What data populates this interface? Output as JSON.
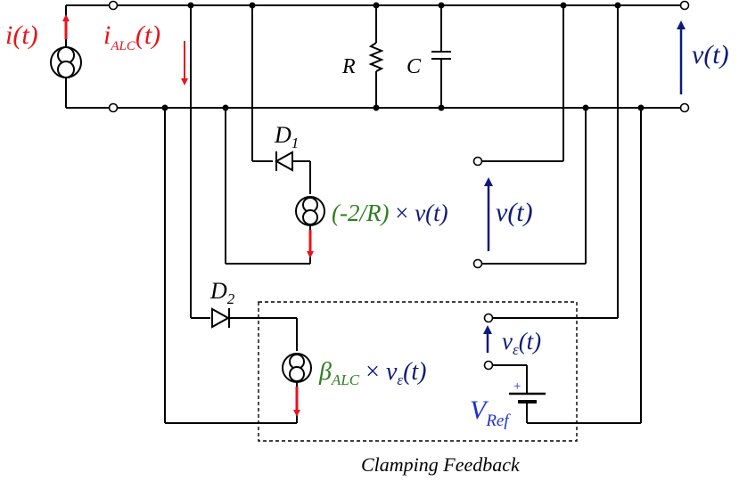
{
  "labels": {
    "i_t": "i(t)",
    "i_alc_main": "i",
    "i_alc_sub": "ALC",
    "i_alc_tail": "(t)",
    "R": "R",
    "C": "C",
    "v_out": "v(t)",
    "D1_main": "D",
    "D1_sub": "1",
    "D2_main": "D",
    "D2_sub": "2",
    "neg2R": "(-2/R)",
    "times1": " × ",
    "v_t_1": "v(t)",
    "v_mid": "v(t)",
    "beta_main": "β",
    "beta_sub": "ALC",
    "times2": " × ",
    "v_eps_main": "v",
    "v_eps_sub": "ε",
    "v_eps_tail": "(t)",
    "v_eps2_main": "v",
    "v_eps2_sub": "ε",
    "v_eps2_tail": "(t)",
    "vref_main": "V",
    "vref_sub": "Ref",
    "plus": "+",
    "feedback": "Clamping Feedback"
  },
  "colors": {
    "red": "#e8141b",
    "navy": "#0f1a78",
    "green": "#2e7d1f",
    "blue": "#1f2fd0",
    "black": "#000000"
  }
}
